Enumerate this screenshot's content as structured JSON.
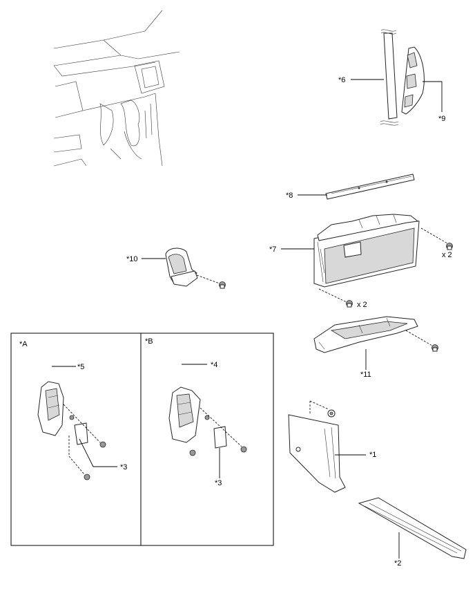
{
  "labels": {
    "p1": "*1",
    "p2": "*2",
    "p3a": "*3",
    "p3b": "*3",
    "p4": "*4",
    "p5": "*5",
    "p6": "*6",
    "p7": "*7",
    "p8": "*8",
    "p9": "*9",
    "p10": "*10",
    "p11": "*11",
    "boxA": "*A",
    "boxB": "*B",
    "qty_glovebox_right": "x 2",
    "qty_glovebox_bottom": "x 2"
  },
  "icons": [
    "dashboard-view",
    "pillar-garnish",
    "glovebox",
    "screw"
  ]
}
